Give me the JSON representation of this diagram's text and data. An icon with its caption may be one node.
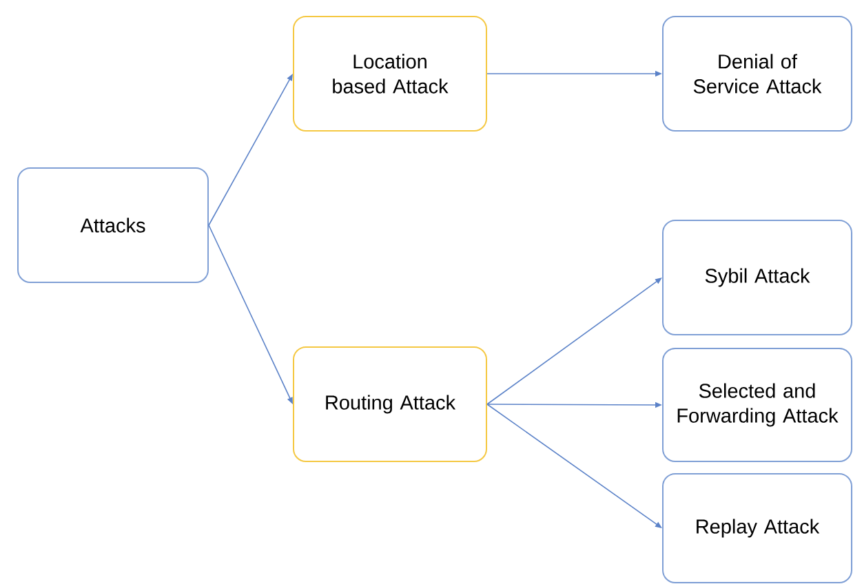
{
  "diagram": {
    "nodes": [
      {
        "text": [
          "Attacks"
        ]
      },
      {
        "text": [
          "Location based Attack"
        ]
      },
      {
        "text": [
          "Denial of Service Attack"
        ]
      },
      {
        "text": [
          "Routing Attack"
        ]
      },
      {
        "text": [
          "Sybil Attack"
        ]
      },
      {
        "text": [
          "Selected and Forwarding Attack"
        ]
      },
      {
        "text": [
          "Replay Attack"
        ]
      }
    ],
    "edges": [
      {
        "from": 0,
        "to": 1,
        "arrow": "to"
      },
      {
        "from": 0,
        "to": 3,
        "arrow": "to"
      },
      {
        "from": 1,
        "to": 2,
        "arrow": "to"
      },
      {
        "from": 3,
        "to": 4,
        "arrow": "to"
      },
      {
        "from": 3,
        "to": 5,
        "arrow": "to"
      },
      {
        "from": 3,
        "to": 6,
        "arrow": "to"
      }
    ]
  }
}
